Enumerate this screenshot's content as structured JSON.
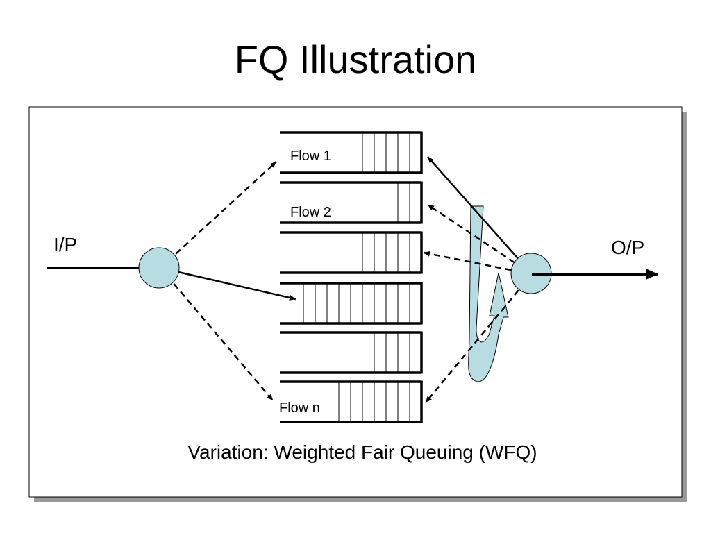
{
  "slide": {
    "title": "FQ Illustration"
  },
  "diagram": {
    "input_label": "I/P",
    "output_label": "O/P",
    "queues": [
      {
        "label": "Flow 1",
        "packets": 5
      },
      {
        "label": "Flow 2",
        "packets": 2
      },
      {
        "label": "",
        "packets": 5
      },
      {
        "label": "",
        "packets": 10
      },
      {
        "label": "",
        "packets": 4
      },
      {
        "label": "Flow n",
        "packets": 7
      }
    ],
    "caption": "Variation: Weighted Fair Queuing (WFQ)"
  },
  "colors": {
    "node_fill": "#b7dde3",
    "arrow_fill": "#b7dde3",
    "stroke": "#000000",
    "frame_shadow": "#999999"
  }
}
